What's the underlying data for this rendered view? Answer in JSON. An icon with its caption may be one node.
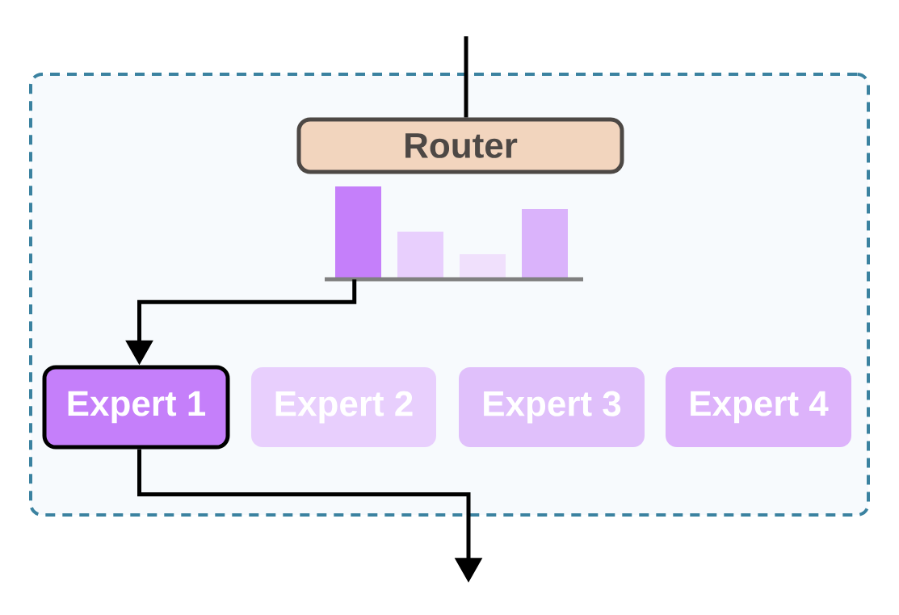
{
  "diagram": {
    "nodes": [
      {
        "text": [],
        "shape": "box"
      },
      {
        "text": [
          "Router"
        ],
        "in": 0
      },
      {
        "text": [],
        "shape": "picture",
        "in": 0
      },
      {
        "text": [
          "Expert 1"
        ],
        "in": 0
      },
      {
        "text": [
          "Expert 2"
        ],
        "in": 0
      },
      {
        "text": [
          "Expert 3"
        ],
        "in": 0
      },
      {
        "text": [
          "Expert 4"
        ],
        "in": 0
      }
    ],
    "edges": [
      {
        "from": null,
        "to": 1,
        "arrow": "none"
      },
      {
        "from": 2,
        "to": 3,
        "arrow": "to"
      },
      {
        "from": 3,
        "to": null,
        "arrow": "to"
      }
    ]
  }
}
